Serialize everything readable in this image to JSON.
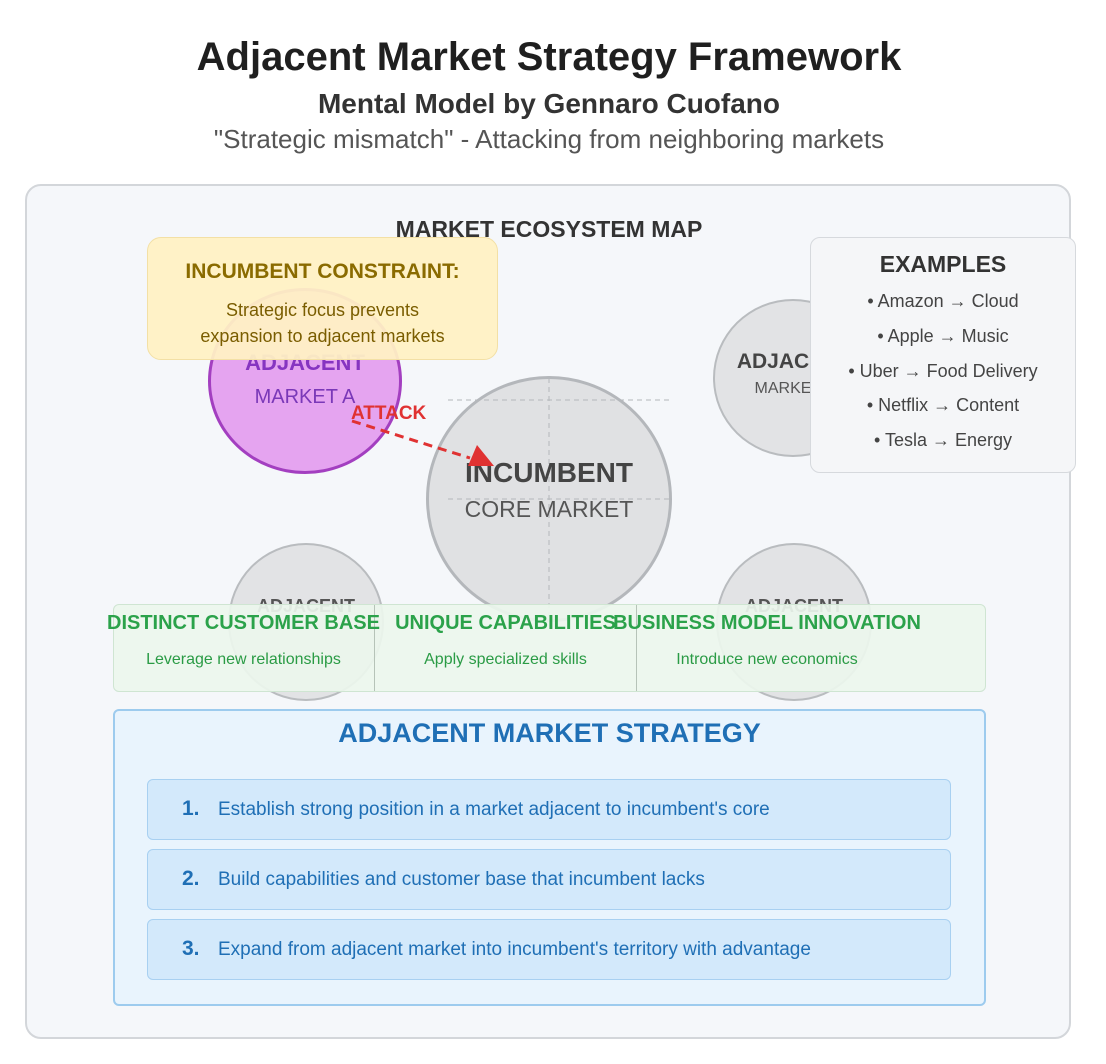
{
  "header": {
    "title": "Adjacent Market Strategy Framework",
    "subtitle": "Mental Model by Gennaro Cuofano",
    "tagline": "\"Strategic mismatch\" - Attacking from neighboring markets"
  },
  "map": {
    "title": "MARKET ECOSYSTEM MAP",
    "adjacent_a": {
      "label": "ADJACENT",
      "sub": "MARKET A"
    },
    "adjacent_b": {
      "label": "ADJAC",
      "sub": "MARKE"
    },
    "adjacent_c": {
      "label": "ADJACENT"
    },
    "adjacent_d": {
      "label": "ADJACENT"
    },
    "incumbent": {
      "label": "INCUMBENT",
      "sub": "CORE MARKET"
    },
    "attack_label": "ATTACK",
    "colors": {
      "adjacent_a_fill": "#e5a4f0",
      "adjacent_a_border": "#a33fc0",
      "attack": "#e03232",
      "incumbent_fill": "#e0e1e3"
    }
  },
  "constraint": {
    "title": "INCUMBENT CONSTRAINT:",
    "line1": "Strategic focus prevents",
    "line2": "expansion to adjacent markets"
  },
  "examples": {
    "title": "EXAMPLES",
    "items": [
      "• Amazon → Cloud",
      "• Apple → Music",
      "• Uber → Food Delivery",
      "• Netflix → Content",
      "• Tesla → Energy"
    ]
  },
  "advantages": [
    {
      "title": "DISTINCT CUSTOMER BASE",
      "desc": "Leverage new relationships"
    },
    {
      "title": "UNIQUE CAPABILITIES",
      "desc": "Apply specialized skills"
    },
    {
      "title": "BUSINESS MODEL INNOVATION",
      "desc": "Introduce new economics"
    }
  ],
  "strategy": {
    "title": "ADJACENT MARKET STRATEGY",
    "steps": [
      {
        "num": "1.",
        "text": "Establish strong position in a market adjacent to incumbent's core"
      },
      {
        "num": "2.",
        "text": "Build capabilities and customer base that incumbent lacks"
      },
      {
        "num": "3.",
        "text": "Expand from adjacent market into incumbent's territory with advantage"
      }
    ]
  }
}
